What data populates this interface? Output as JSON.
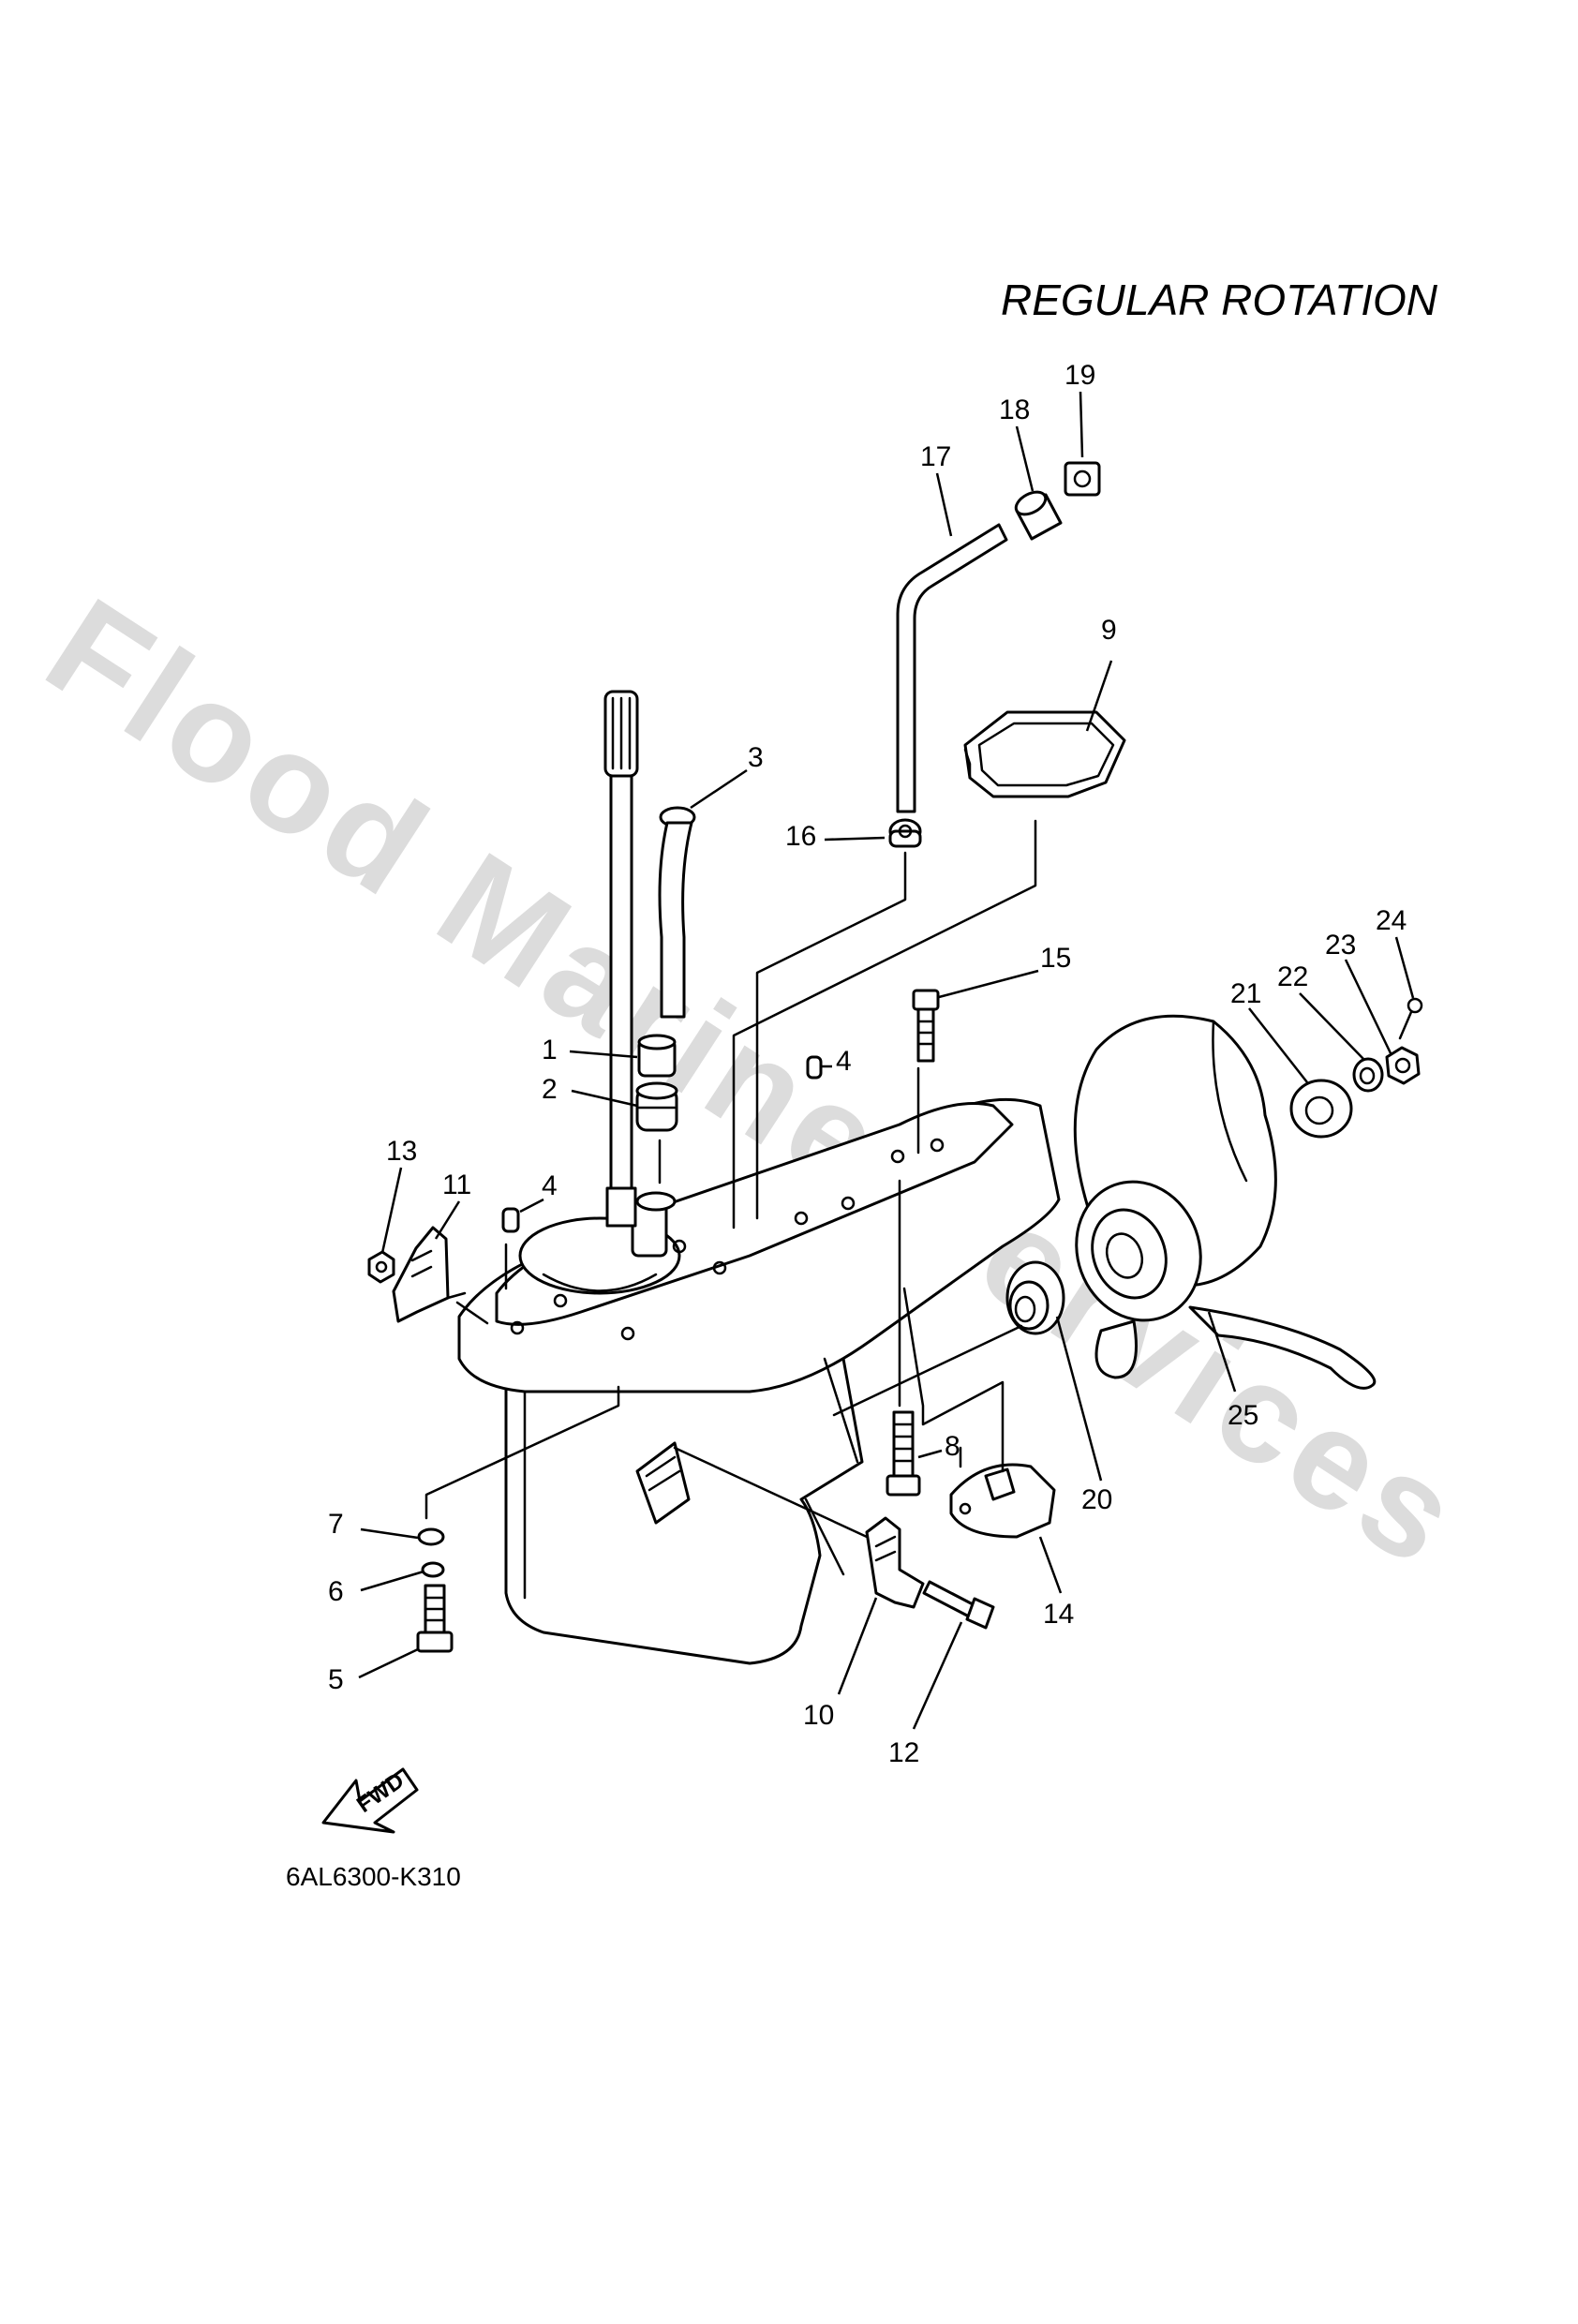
{
  "heading": "REGULAR ROTATION",
  "diagram_code": "6AL6300-K310",
  "watermark": "Flood Marine Services",
  "fwd_label": "FWD",
  "callouts": [
    "1",
    "2",
    "3",
    "4",
    "4",
    "5",
    "6",
    "7",
    "8",
    "9",
    "10",
    "11",
    "12",
    "13",
    "14",
    "15",
    "16",
    "17",
    "18",
    "19",
    "20",
    "21",
    "22",
    "23",
    "24",
    "25"
  ]
}
